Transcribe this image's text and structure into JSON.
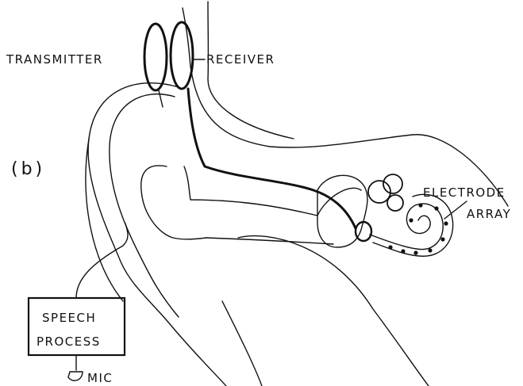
{
  "diagram": {
    "panel_label": "(b)",
    "labels": {
      "transmitter": "TRANSMITTER",
      "receiver": "RECEIVER",
      "electrode_line1": "ELECTRODE",
      "electrode_line2": "ARRAY",
      "speech_line1": "SPEECH",
      "speech_line2": "PROCESS",
      "mic": "MIC"
    }
  }
}
